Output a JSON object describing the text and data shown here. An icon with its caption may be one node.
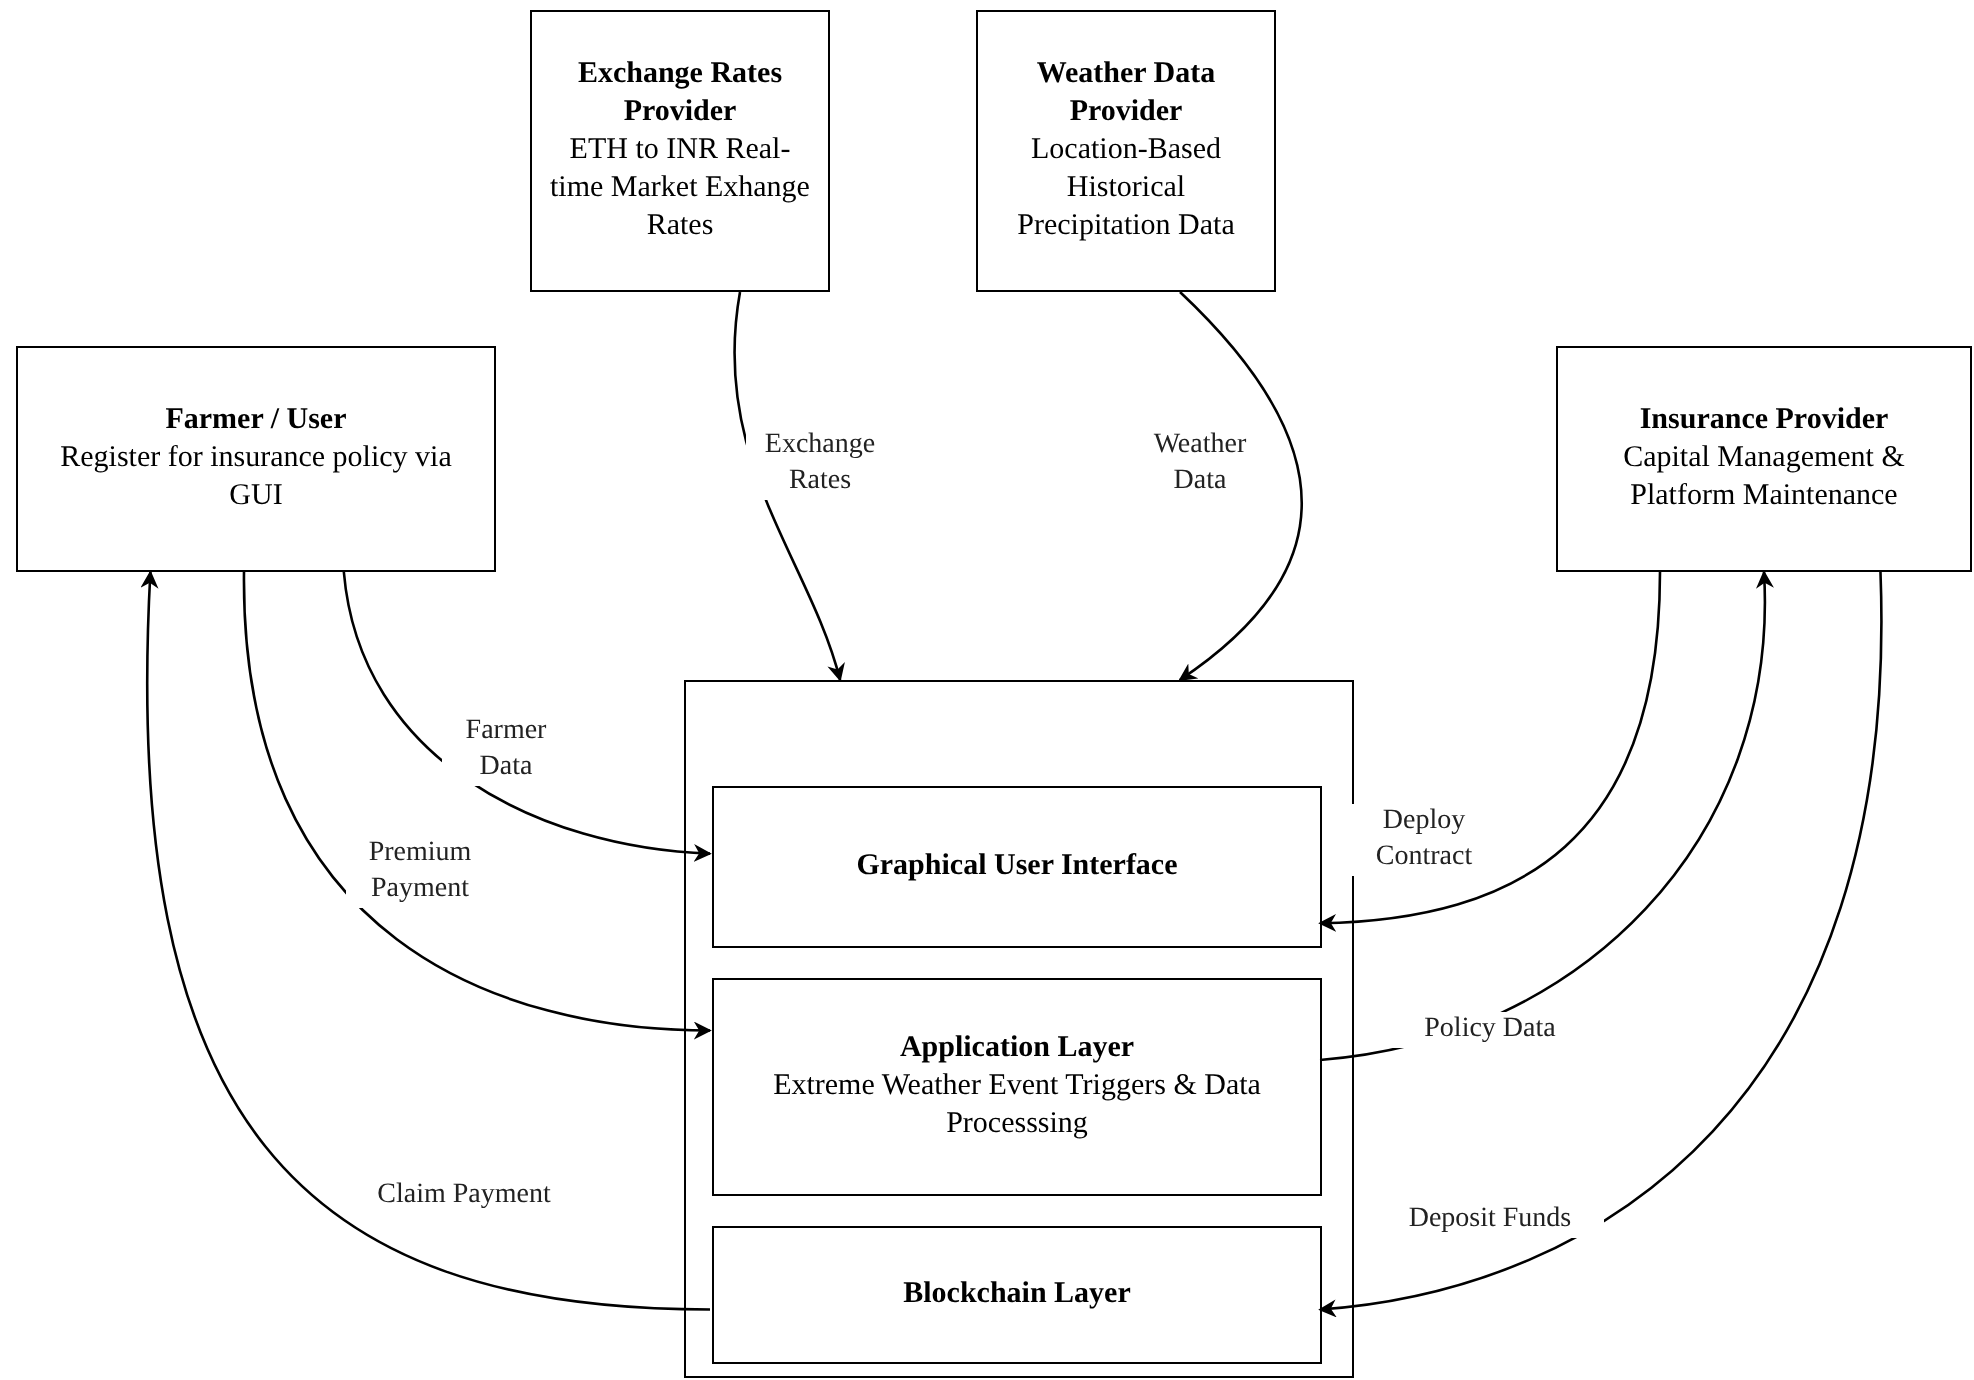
{
  "diagram": {
    "nodes": [
      {
        "text": [
          "Exchange Rates Provider",
          "ETH to INR Real-time Market Exhange Rates"
        ]
      },
      {
        "text": [
          "Weather Data Provider",
          "Location-Based Historical Precipitation Data"
        ]
      },
      {
        "text": [
          "Farmer / User",
          "Register for insurance policy via GUI"
        ]
      },
      {
        "text": [
          "Insurance Provider",
          "Capital Management & Platform Maintenance"
        ]
      },
      {
        "text": [],
        "shape": "box"
      },
      {
        "text": [
          "Graphical User Interface"
        ],
        "in": 4
      },
      {
        "text": [
          "Application Layer",
          "Extreme Weather Event Triggers & Data Processsing"
        ],
        "in": 4
      },
      {
        "text": [
          "Blockchain Layer"
        ],
        "in": 4
      }
    ],
    "edges": [
      {
        "from": 0,
        "to": 4,
        "arrow": "to",
        "label": "Exchange Rates"
      },
      {
        "from": 1,
        "to": 4,
        "arrow": "to",
        "label": "Weather Data"
      },
      {
        "from": 2,
        "to": 5,
        "arrow": "to",
        "label": "Farmer Data"
      },
      {
        "from": 2,
        "to": 6,
        "arrow": "to",
        "label": "Premium Payment"
      },
      {
        "from": 7,
        "to": 2,
        "arrow": "to",
        "label": "Claim Payment"
      },
      {
        "from": 3,
        "to": 5,
        "arrow": "to",
        "label": "Deploy Contract"
      },
      {
        "from": 6,
        "to": 3,
        "arrow": "to",
        "label": "Policy Data"
      },
      {
        "from": 3,
        "to": 7,
        "arrow": "to",
        "label": "Deposit Funds"
      }
    ]
  }
}
